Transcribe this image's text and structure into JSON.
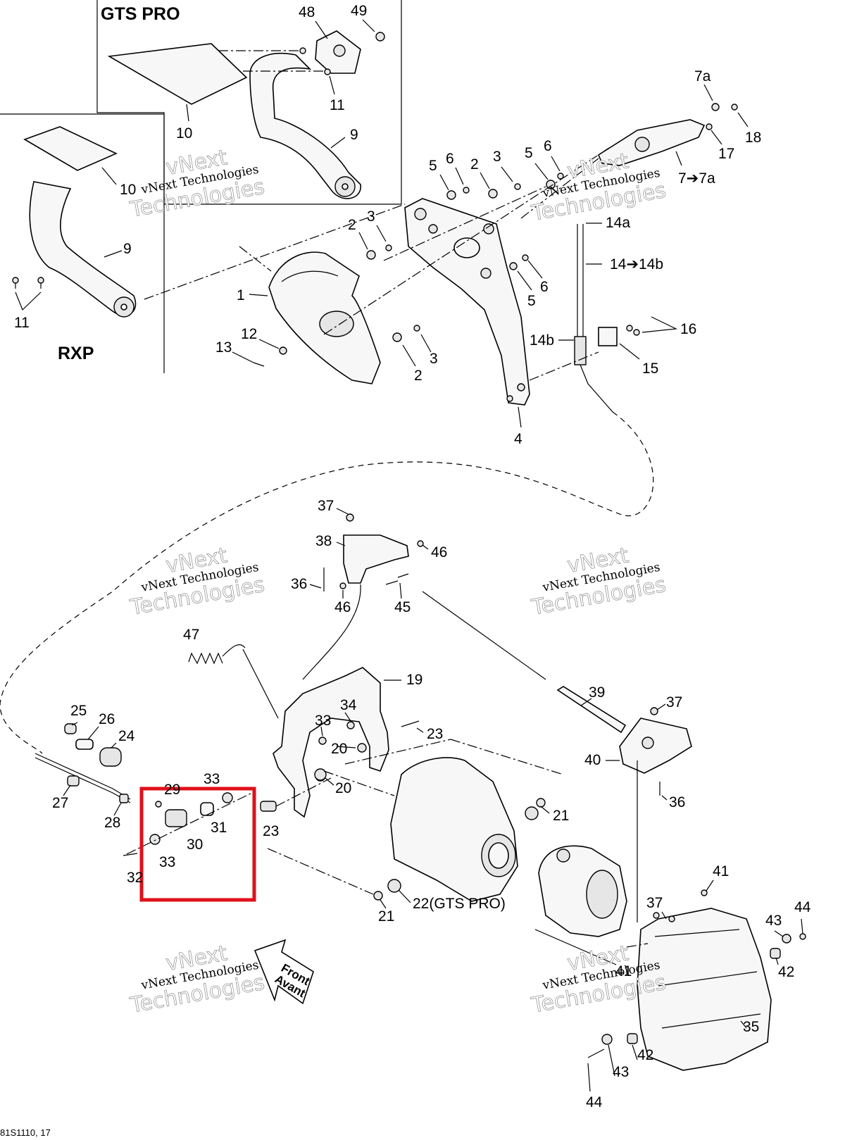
{
  "insets": {
    "gts_pro_title": "GTS PRO",
    "rxp_title": "RXP"
  },
  "watermark": {
    "line1": "vNext Technologies",
    "line2": "vNext",
    "line3": "Technologies"
  },
  "drawing_code": "81S1110, 17",
  "front_arrow": {
    "line1": "Front",
    "line2": "Avant"
  },
  "highlight_color": "#e0101a",
  "callouts": {
    "c48": "48",
    "c49": "49",
    "c11a": "11",
    "c10a": "10",
    "c9a": "9",
    "c10b": "10",
    "c9b": "9",
    "c11b": "11",
    "c7a": "7a",
    "c18": "18",
    "c17": "17",
    "c7to7a": "7➔7a",
    "c5a": "5",
    "c6a": "6",
    "c2a": "2",
    "c3a": "3",
    "c5b": "5",
    "c6b": "6",
    "c2b": "2",
    "c3b": "3",
    "c14a": "14a",
    "c14to14b": "14➔14b",
    "c6c": "6",
    "c5c": "5",
    "c1": "1",
    "c12": "12",
    "c13": "13",
    "c3c": "3",
    "c2c": "2",
    "c16": "16",
    "c14b": "14b",
    "c15": "15",
    "c4": "4",
    "c37a": "37",
    "c38": "38",
    "c46a": "46",
    "c36a": "36",
    "c46b": "46",
    "c45": "45",
    "c47": "47",
    "c19": "19",
    "c25": "25",
    "c26": "26",
    "c24": "24",
    "c34": "34",
    "c33a": "33",
    "c23a": "23",
    "c20a": "20",
    "c20b": "20",
    "c39": "39",
    "c37b": "37",
    "c40": "40",
    "c36b": "36",
    "c27": "27",
    "c28": "28",
    "c29": "29",
    "c33b": "33",
    "c31": "31",
    "c30": "30",
    "c33c": "33",
    "c32": "32",
    "c23b": "23",
    "c21a": "21",
    "c21b": "21",
    "c22": "22(GTS PRO)",
    "c41a": "41",
    "c37c": "37",
    "c44a": "44",
    "c43a": "43",
    "c42a": "42",
    "c41b": "41",
    "c35": "35",
    "c42b": "42",
    "c43b": "43",
    "c44b": "44"
  }
}
